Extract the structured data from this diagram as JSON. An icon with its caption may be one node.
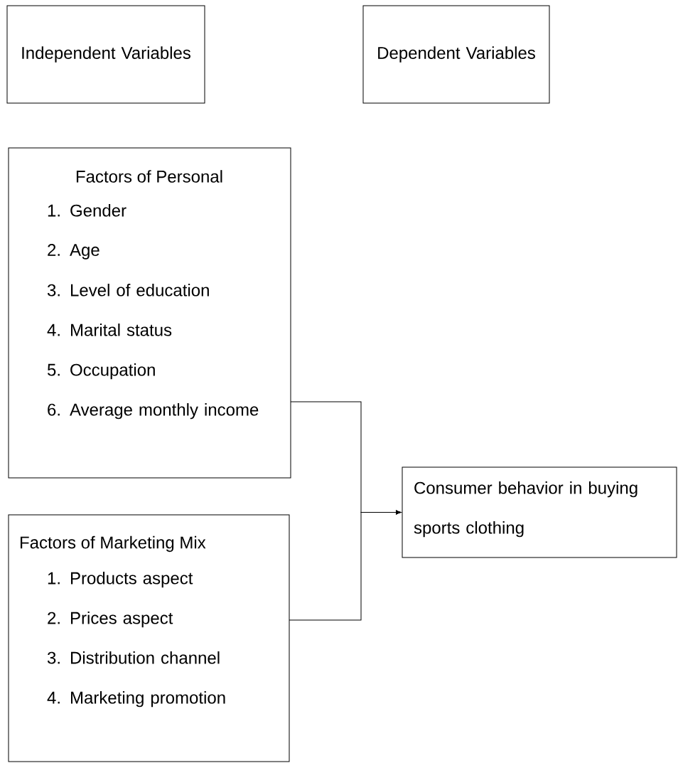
{
  "diagram": {
    "nodes": [
      {
        "text": [
          "Independent Variables"
        ]
      },
      {
        "text": [
          "Dependent Variables"
        ]
      },
      {
        "text": [
          "Factors of Personal",
          "1. Gender",
          "2. Age",
          "3. Level of education",
          "4. Marital status",
          "5. Occupation",
          "6. Average monthly income"
        ]
      },
      {
        "text": [
          "Consumer behavior in buying sports clothing"
        ]
      },
      {
        "text": [
          "Factors of Marketing Mix",
          "1. Products aspect",
          "2. Prices aspect",
          "3. Distribution channel",
          "4. Marketing promotion"
        ]
      }
    ],
    "edges": [
      {
        "from": 2,
        "to": 3,
        "arrow": "to"
      },
      {
        "from": 4,
        "to": 3,
        "arrow": "to"
      }
    ]
  }
}
